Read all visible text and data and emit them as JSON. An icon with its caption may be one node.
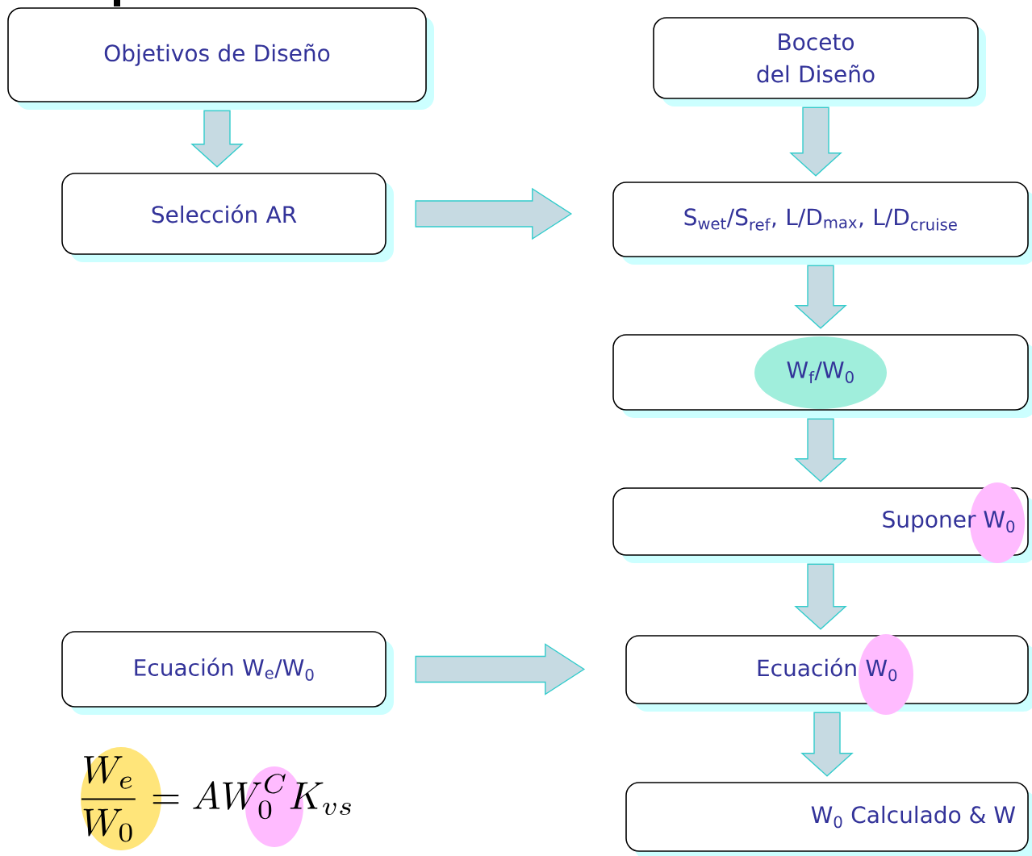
{
  "diagram": {
    "nodes": [
      {
        "text": [
          "Objetivos de Diseño"
        ]
      },
      {
        "text": [
          "Selección AR"
        ]
      },
      {
        "text": [
          "Ecuación W$_{e}$/W$_{0}$"
        ]
      },
      {
        "text": [
          "Boceto del Diseño"
        ]
      },
      {
        "text": [
          "S$_{wet}$/S$_{ref}$, L/D$_{max}$, L/D$_{cruise}$"
        ]
      },
      {
        "text": [
          "W$_{f}$/W$_{0}$"
        ]
      },
      {
        "text": [
          "Suponer W$_{0}$"
        ]
      },
      {
        "text": [
          "Ecuación W$_{0}$"
        ]
      },
      {
        "text": [
          "W$_{0}$ Calculado & W"
        ]
      }
    ],
    "edges": [
      {
        "from": 0,
        "to": 1,
        "arrow": "to"
      },
      {
        "from": 1,
        "to": 4,
        "arrow": "to"
      },
      {
        "from": 3,
        "to": 4,
        "arrow": "to"
      },
      {
        "from": 4,
        "to": 5,
        "arrow": "to"
      },
      {
        "from": 5,
        "to": 6,
        "arrow": "to"
      },
      {
        "from": 6,
        "to": 7,
        "arrow": "to"
      },
      {
        "from": 2,
        "to": 7,
        "arrow": "to"
      },
      {
        "from": 7,
        "to": 8,
        "arrow": "to"
      }
    ],
    "labels": [
      "\\frac{W_e}{W_0} = A W_0^C K_{vs}"
    ]
  }
}
